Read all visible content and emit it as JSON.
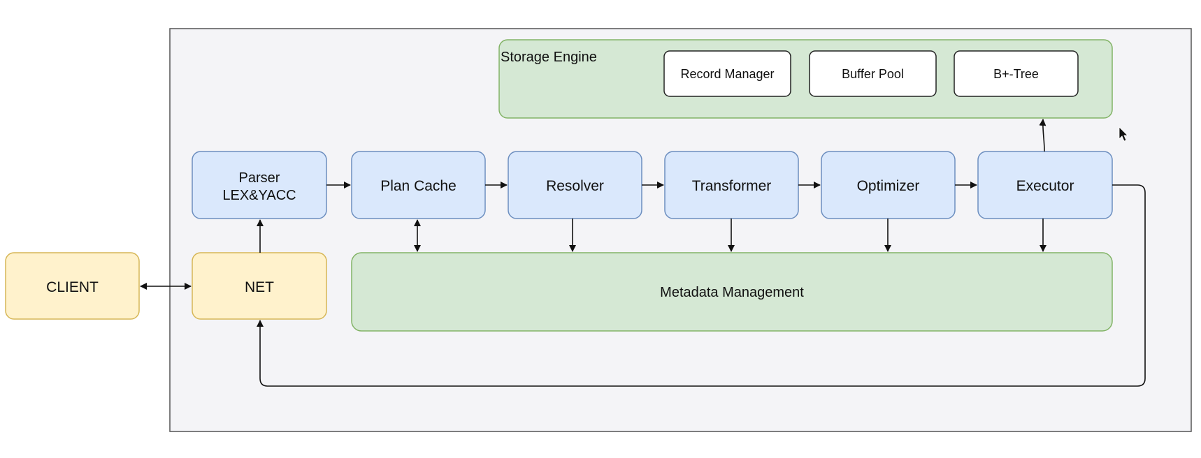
{
  "colors": {
    "canvas_fill": "#f4f4f7",
    "canvas_stroke": "#555555",
    "green_fill": "#d5e8d4",
    "green_stroke": "#82b366",
    "blue_fill": "#dae8fc",
    "blue_stroke": "#6c8ebf",
    "yellow_fill": "#fff2cc",
    "yellow_stroke": "#d6b656",
    "white_fill": "#ffffff",
    "dark_stroke": "#222222",
    "arrow": "#111111"
  },
  "storage_engine": {
    "title": "Storage Engine",
    "components": [
      "Record Manager",
      "Buffer Pool",
      "B+-Tree"
    ]
  },
  "pipeline": {
    "parser": [
      "Parser",
      "LEX&YACC"
    ],
    "plan_cache": "Plan Cache",
    "resolver": "Resolver",
    "transformer": "Transformer",
    "optimizer": "Optimizer",
    "executor": "Executor"
  },
  "metadata": "Metadata Management",
  "client": "CLIENT",
  "net": "NET"
}
